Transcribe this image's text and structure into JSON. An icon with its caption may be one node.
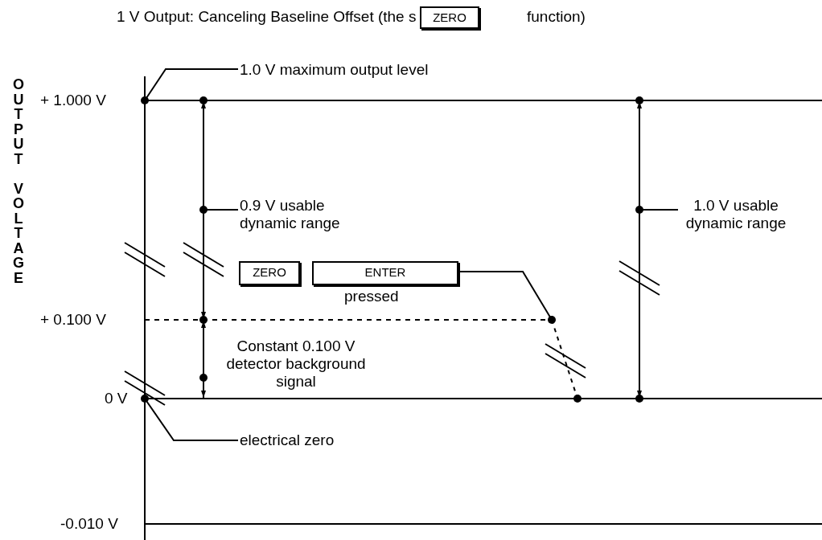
{
  "diagram": {
    "nodes": [
      {
        "text": [
          "ZERO"
        ]
      },
      {
        "text": [
          "1.0 V maximum output level"
        ]
      },
      {
        "text": [
          "0.9 V usable dynamic range"
        ]
      },
      {
        "text": [
          "1.0 V usable dynamic range"
        ]
      },
      {
        "text": [
          "ZERO"
        ]
      },
      {
        "text": [
          "ENTER"
        ],
        "beside": [
          "pressed"
        ]
      },
      {
        "text": [
          "electrical zero"
        ]
      }
    ],
    "edges": [
      {
        "from": 1,
        "to": null,
        "arrow": "other"
      },
      {
        "from": 2,
        "to": null,
        "arrow": "other"
      },
      {
        "from": 3,
        "to": null,
        "arrow": "other"
      },
      {
        "from": 5,
        "to": null,
        "arrow": "other"
      },
      {
        "from": 6,
        "to": null,
        "arrow": "other"
      }
    ],
    "labels": [
      "1 V Output: Canceling Baseline Offset (the s",
      "function)",
      "+ 1.000 V",
      "OUTPUT VOLTAGE",
      "+ 0.100 V",
      "Constant 0.100 V detector background signal",
      "0 V",
      "-0.010 V"
    ]
  }
}
